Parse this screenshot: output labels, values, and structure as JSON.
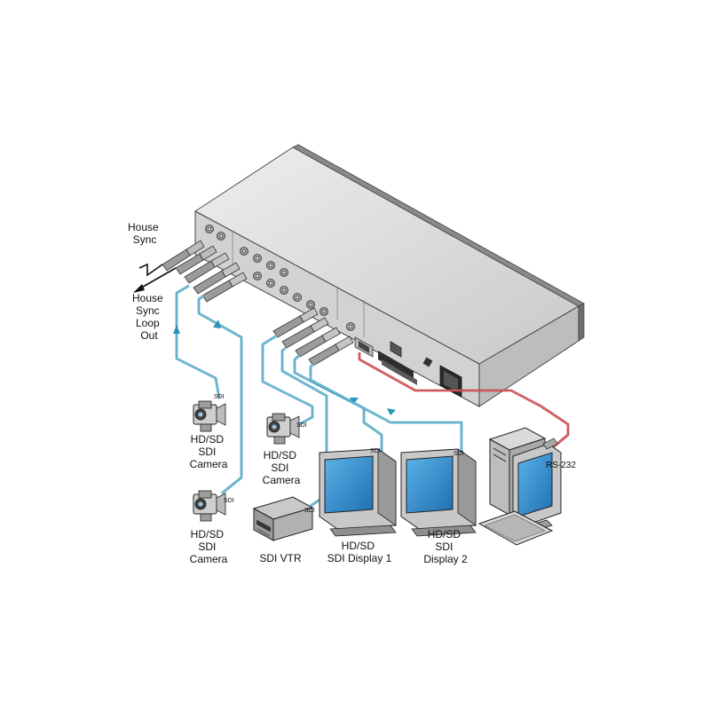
{
  "diagram": {
    "labels": {
      "house_sync": [
        "House",
        "Sync"
      ],
      "house_sync_loop_out": [
        "House",
        "Sync",
        "Loop",
        "Out"
      ],
      "camera_1": [
        "HD/SD",
        "SDI",
        "Camera"
      ],
      "camera_2": [
        "HD/SD",
        "SDI",
        "Camera"
      ],
      "camera_3": [
        "HD/SD",
        "SDI",
        "Camera"
      ],
      "vtr": [
        "SDI VTR"
      ],
      "display_1": [
        "HD/SD",
        "SDI Display 1"
      ],
      "display_2": [
        "HD/SD",
        "SDI",
        "Display 2"
      ],
      "rs232": "RS-232"
    },
    "port_tags": {
      "camera_1": "SDI",
      "camera_2": "SDI",
      "camera_3": "SDI",
      "vtr": "SDI",
      "display_1": "SDI",
      "display_2": "SDI"
    },
    "colors": {
      "sdi_cable": "#2a93b8",
      "rs232_cable": "#c0262c",
      "device_body": "#d4d4d4",
      "screen": "#2a87c8"
    }
  }
}
